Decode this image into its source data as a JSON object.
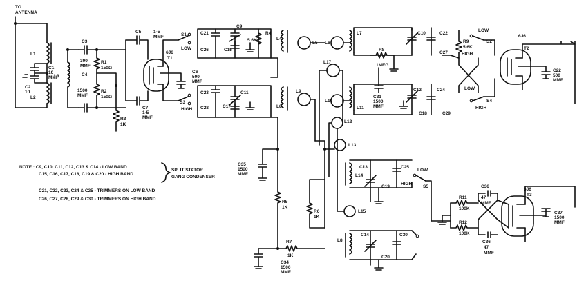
{
  "antenna": {
    "line1": "TO",
    "line2": "ANTENNA"
  },
  "labels": {
    "L1": "L1",
    "L2": "L2",
    "L3": "L3",
    "L4": "L4",
    "L5": "L5",
    "L6": "L6",
    "L7": "L7",
    "L8": "L8",
    "L9": "L9",
    "L10": "L10",
    "L11": "L11",
    "L12": "L12",
    "L13": "L13",
    "L14": "L14",
    "L15": "L15",
    "L16": "L16",
    "L17": "L17",
    "C1": "C1",
    "C1v": "10",
    "C1u": "MMF",
    "C2": "C2",
    "C2v": "10",
    "C2u": "MMF",
    "C3": "C3",
    "C3v": "300",
    "C3u": "MMF",
    "C4": "C4",
    "C4v": "1500",
    "C4u": "MMF",
    "R1": "R1",
    "R1v": "150Ω",
    "R2": "R2",
    "R2v": "150Ω",
    "R3": "R3",
    "R3v": "1K",
    "C5": "C5",
    "C5v": "1-5",
    "C5u": "MMF",
    "C6": "C6",
    "C6v": "500",
    "C6u": "MMF",
    "C7": "C7",
    "C7v": "1-5",
    "C7u": "MMF",
    "T1a": "6J6",
    "T1b": "T1",
    "T2a": "6J6",
    "T2b": "T2",
    "T3a": "6J6",
    "T3b": "T3",
    "S1": "S1",
    "S2": "S2",
    "S3": "S3",
    "S4": "S4",
    "S5": "S5",
    "LOW": "LOW",
    "HIGH": "HIGH",
    "C21": "C21",
    "C9": "C9",
    "C15": "C15",
    "C26": "C26",
    "R4": "R4",
    "R4v": "5.6K",
    "C23": "C23",
    "C11": "C11",
    "C17": "C17",
    "C28": "C28",
    "C10": "C10",
    "C22": "C22",
    "C27": "C27",
    "R9": "R9",
    "R9v": "5.6K",
    "R8": "R8",
    "R8v": "1MEG",
    "C31": "C31",
    "C31v": "1500",
    "C31u": "MMF",
    "C12": "C12",
    "C24": "C24",
    "C18": "C18",
    "C29": "C29",
    "C22b": "C22",
    "C22bv": "500",
    "C22bu": "MMF",
    "C35": "C35",
    "C35v": "1500",
    "C35u": "MMF",
    "R5": "R5",
    "R5v": "1K",
    "R6": "R6",
    "R6v": "1K",
    "R7": "R7",
    "R7v": "1K",
    "C34": "C34",
    "C34v": "1500",
    "C34u": "MMF",
    "C13": "C13",
    "C25": "C25",
    "C19": "C19",
    "C14": "C14",
    "C30": "C30",
    "C20": "C20",
    "R11": "R11",
    "R11v": "100K",
    "R12": "R12",
    "R12v": "100K",
    "C36": "C36",
    "C36v": "47",
    "C36u": "MMF",
    "C37": "C37",
    "C37v": "1500",
    "C37u": "MMF"
  },
  "note": {
    "line1": "NOTE :   C9, C10, C11, C12, C13 & C14 - LOW BAND",
    "line2": "C15, C16, C17, C18, C19 & C20 - HIGH BAND",
    "split1": "SPLIT STATOR",
    "split2": "GANG CONDENSER",
    "line3": "C21, C22, C23, C24 & C25 - TRIMMERS ON LOW BAND",
    "line4": "C26, C27, C28, C29 & C30 - TRIMMERS ON HIGH BAND"
  }
}
